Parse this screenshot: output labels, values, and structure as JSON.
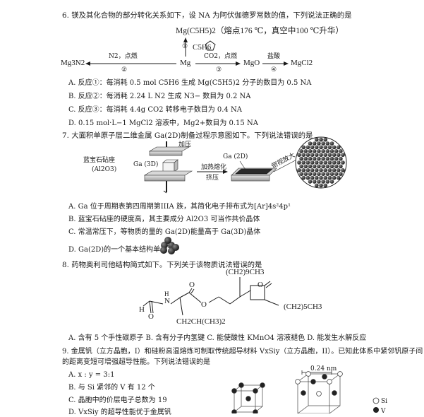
{
  "q6": {
    "stem": "6. 镁及其化合物的部分转化关系如下，设 NA 为阿伏伽德罗常数的值，下列说法正确的是",
    "top_compound": "Mg(C5H5)2（熔点176 ℃，真空中100 ℃升华）",
    "step1_num": "①",
    "step1_reagent": "C5H6",
    "left_product": "Mg3N2",
    "left_reagent": "N2，点燃",
    "step2_num": "②",
    "center": "Mg",
    "right_reagent": "CO2，点燃",
    "step3_num": "③",
    "mgo": "MgO",
    "acid": "盐酸",
    "step4_num": "④",
    "mgcl2": "MgCl2",
    "options": [
      "A. 反应①：每消耗 0.5 mol C5H6 生成 Mg(C5H5)2 分子的数目为 0.5 NA",
      "B. 反应②：每消耗 2.24 L N2 生成 N3− 数目为 0.2 NA",
      "C. 反应③：每消耗 4.4g CO2 转移电子数目为 0.4 NA",
      "D. 0.15 mol·L−1 MgCl2 溶液中，Mg2+数目为 0.15 NA"
    ]
  },
  "q7": {
    "stem": "7. 大面积单原子层二维金属 Ga(2D)制备过程示意图如下。下列说法错误的是",
    "press_label": "加压",
    "sapphire_label": "蓝宝石砧座",
    "sapphire_formula": "(Al2O3)",
    "ga3d_label": "Ga (3D)",
    "ga2d_label": "Ga (2D)",
    "heat_label": "加热熔化",
    "squeeze_label": "挤压",
    "zoom_label": "俯视放大",
    "options": [
      "A. Ga 位于周期表第四周期第IIIA 族，其简化电子排布式为[Ar]4s²4p¹",
      "B. 蓝宝石砧座的硬度高，其主要成分 Al2O3 可当作共价晶体",
      "C. 常温常压下，等物质的量的 Ga(2D)能量高于 Ga(3D)晶体",
      "D. Ga(2D)的一个基本结构单元为"
    ]
  },
  "q8": {
    "stem": "8. 药物奥利司他结构简式如下。下列关于该物质说法错误的是",
    "chain_top": "(CH2)9CH3",
    "chain_right": "(CH2)5CH3",
    "sub_bottom": "CH2CH(CH3)2",
    "atom_H": "H",
    "atom_N": "N",
    "atom_H2": "H",
    "atom_O1": "O",
    "atom_O2": "O",
    "atom_O3": "O",
    "atom_O4": "O",
    "options_line": "A. 含有 5 个手性碳原子   B. 含有分子内氢键   C. 能使酸性 KMnO4 溶液褪色   D. 能发生水解反应"
  },
  "q9": {
    "stem_line1": "9. 金属钒（立方晶胞，I）和硅粉高温熔炼可制取传统超导材料 VxSiy（立方晶胞，II）。已知此体系中紧邻钒原子间",
    "stem_line2": "的距离变短可增强超导性能。下列说法错误的是",
    "options": [
      "A. x : y = 3:1",
      "B. 与 Si 紧邻的 V 有 12 个",
      "C. 晶胞中的价层电子总数为 19",
      "D. VxSiy 的超导性能优于金属钒"
    ],
    "dim_label": "0.24 nm",
    "legend_si": "Si",
    "legend_v": "V"
  }
}
